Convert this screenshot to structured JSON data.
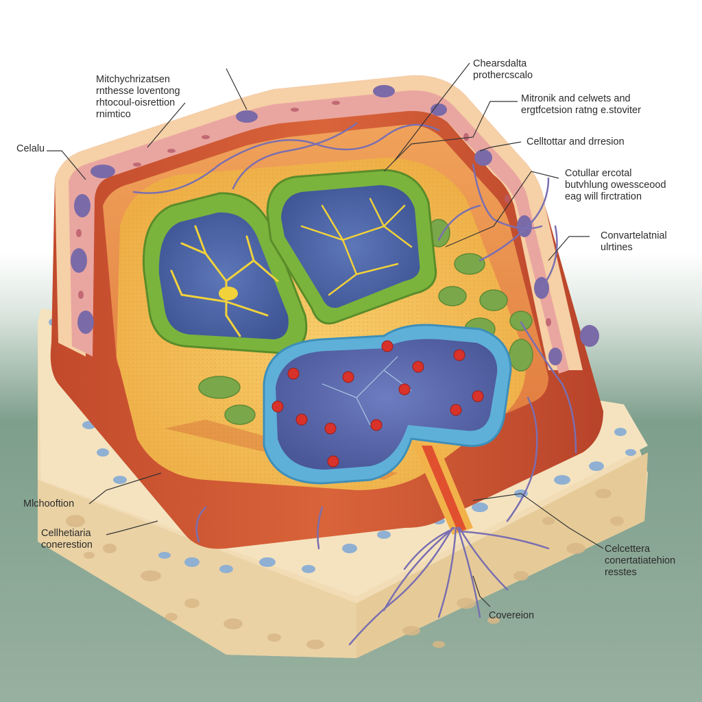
{
  "colors": {
    "background_top": "#ffffff",
    "background_bottom": "#7e9f8c",
    "cell_wall": "#d9643a",
    "cytoplasm": "#f4c35a",
    "chloroplast_rim": "#7ab43c",
    "chloroplast_inner": "#4e67a8",
    "nucleus_rim": "#5fb0d8",
    "nucleus_inner": "#5566a8",
    "vein": "#f2d23a",
    "dot": "#d8322a",
    "vessel": "#7a6fb0"
  },
  "labels": {
    "top_left": [
      "Mitchychrizatsen",
      "rnthesse loventong",
      "rhtocoul-oisrettion",
      "rnimtico"
    ],
    "left_cell": "Celalu",
    "top_right_1": [
      "Chearsdalta",
      "prothercscalo"
    ],
    "top_right_2": [
      "Mitronik and celwets and",
      "ergtfcetsion ratng e.stoviter"
    ],
    "right_3": "Celltottar and drresion",
    "right_4": [
      "Cotullar ercotal",
      "butvhlung owessceood",
      "eag will firctration"
    ],
    "right_5": [
      "Convartelatnial",
      "ulrtines"
    ],
    "left_micro": "Mlchooftion",
    "left_bottom": [
      "Cellhetiaria",
      "conerestion"
    ],
    "right_bottom": [
      "Celcettera",
      "conertatiatehion",
      "resstes"
    ],
    "bottom_center": "Covereion"
  }
}
